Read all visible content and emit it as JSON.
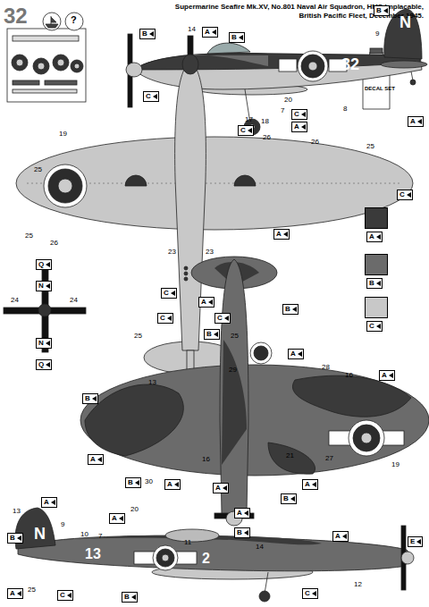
{
  "diagram": {
    "title": "Supermarine Seafire Mk.XV, No.801 Naval Air Squadron, HMS Implacable, British Pacific Fleet, December 1945.",
    "nodes": [
      {
        "text": [
          "B"
        ]
      },
      {
        "text": [
          "A"
        ]
      },
      {
        "text": [
          "B"
        ]
      },
      {
        "text": [
          "B"
        ]
      },
      {
        "text": [
          "C"
        ]
      },
      {
        "text": [
          "C"
        ]
      },
      {
        "text": [
          "A"
        ]
      },
      {
        "text": [
          "A"
        ]
      },
      {
        "text": [
          "C"
        ]
      },
      {
        "text": [
          "C"
        ]
      },
      {
        "text": [
          "C"
        ]
      },
      {
        "text": [
          "C"
        ]
      },
      {
        "text": [
          "C"
        ]
      },
      {
        "text": [
          "Q"
        ]
      },
      {
        "text": [
          "N"
        ]
      },
      {
        "text": [
          "N"
        ]
      },
      {
        "text": [
          "Q"
        ]
      },
      {
        "text": [
          "A"
        ]
      },
      {
        "text": [
          "A"
        ]
      },
      {
        "text": [
          "B"
        ]
      },
      {
        "text": [
          "B"
        ]
      },
      {
        "text": [
          "A"
        ]
      },
      {
        "text": [
          "B"
        ]
      },
      {
        "text": [
          "A"
        ]
      },
      {
        "text": [
          "A"
        ]
      },
      {
        "text": [
          "B"
        ]
      },
      {
        "text": [
          "A"
        ]
      },
      {
        "text": [
          "A"
        ]
      },
      {
        "text": [
          "B"
        ]
      },
      {
        "text": [
          "A"
        ]
      },
      {
        "text": [
          "A"
        ]
      },
      {
        "text": [
          "B"
        ]
      },
      {
        "text": [
          "A"
        ]
      },
      {
        "text": [
          "C"
        ]
      },
      {
        "text": [
          "B"
        ]
      },
      {
        "text": [
          "A"
        ]
      },
      {
        "text": [
          "A"
        ]
      },
      {
        "text": [
          "B"
        ]
      },
      {
        "text": [
          "A"
        ]
      },
      {
        "text": [
          "E"
        ]
      },
      {
        "text": [
          "C"
        ]
      }
    ],
    "labels": [
      "32",
      "?",
      "DECAL SET",
      "N",
      "32",
      "14",
      "9",
      "17",
      "18",
      "7",
      "20",
      "8",
      "19",
      "25",
      "26",
      "26",
      "25",
      "25",
      "26",
      "28",
      "23",
      "23",
      "24",
      "24",
      "25",
      "25",
      "13",
      "29",
      "28",
      "16",
      "16",
      "30",
      "21",
      "27",
      "19",
      "13",
      "9",
      "10",
      "7",
      "20",
      "11",
      "14",
      "12",
      "25",
      "N",
      "13",
      "2"
    ],
    "legend": [
      {
        "text": "A",
        "color": "#3a3a3a"
      },
      {
        "text": "B",
        "color": "#6b6b6b"
      },
      {
        "text": "C",
        "color": "#c8c8c8"
      }
    ]
  }
}
